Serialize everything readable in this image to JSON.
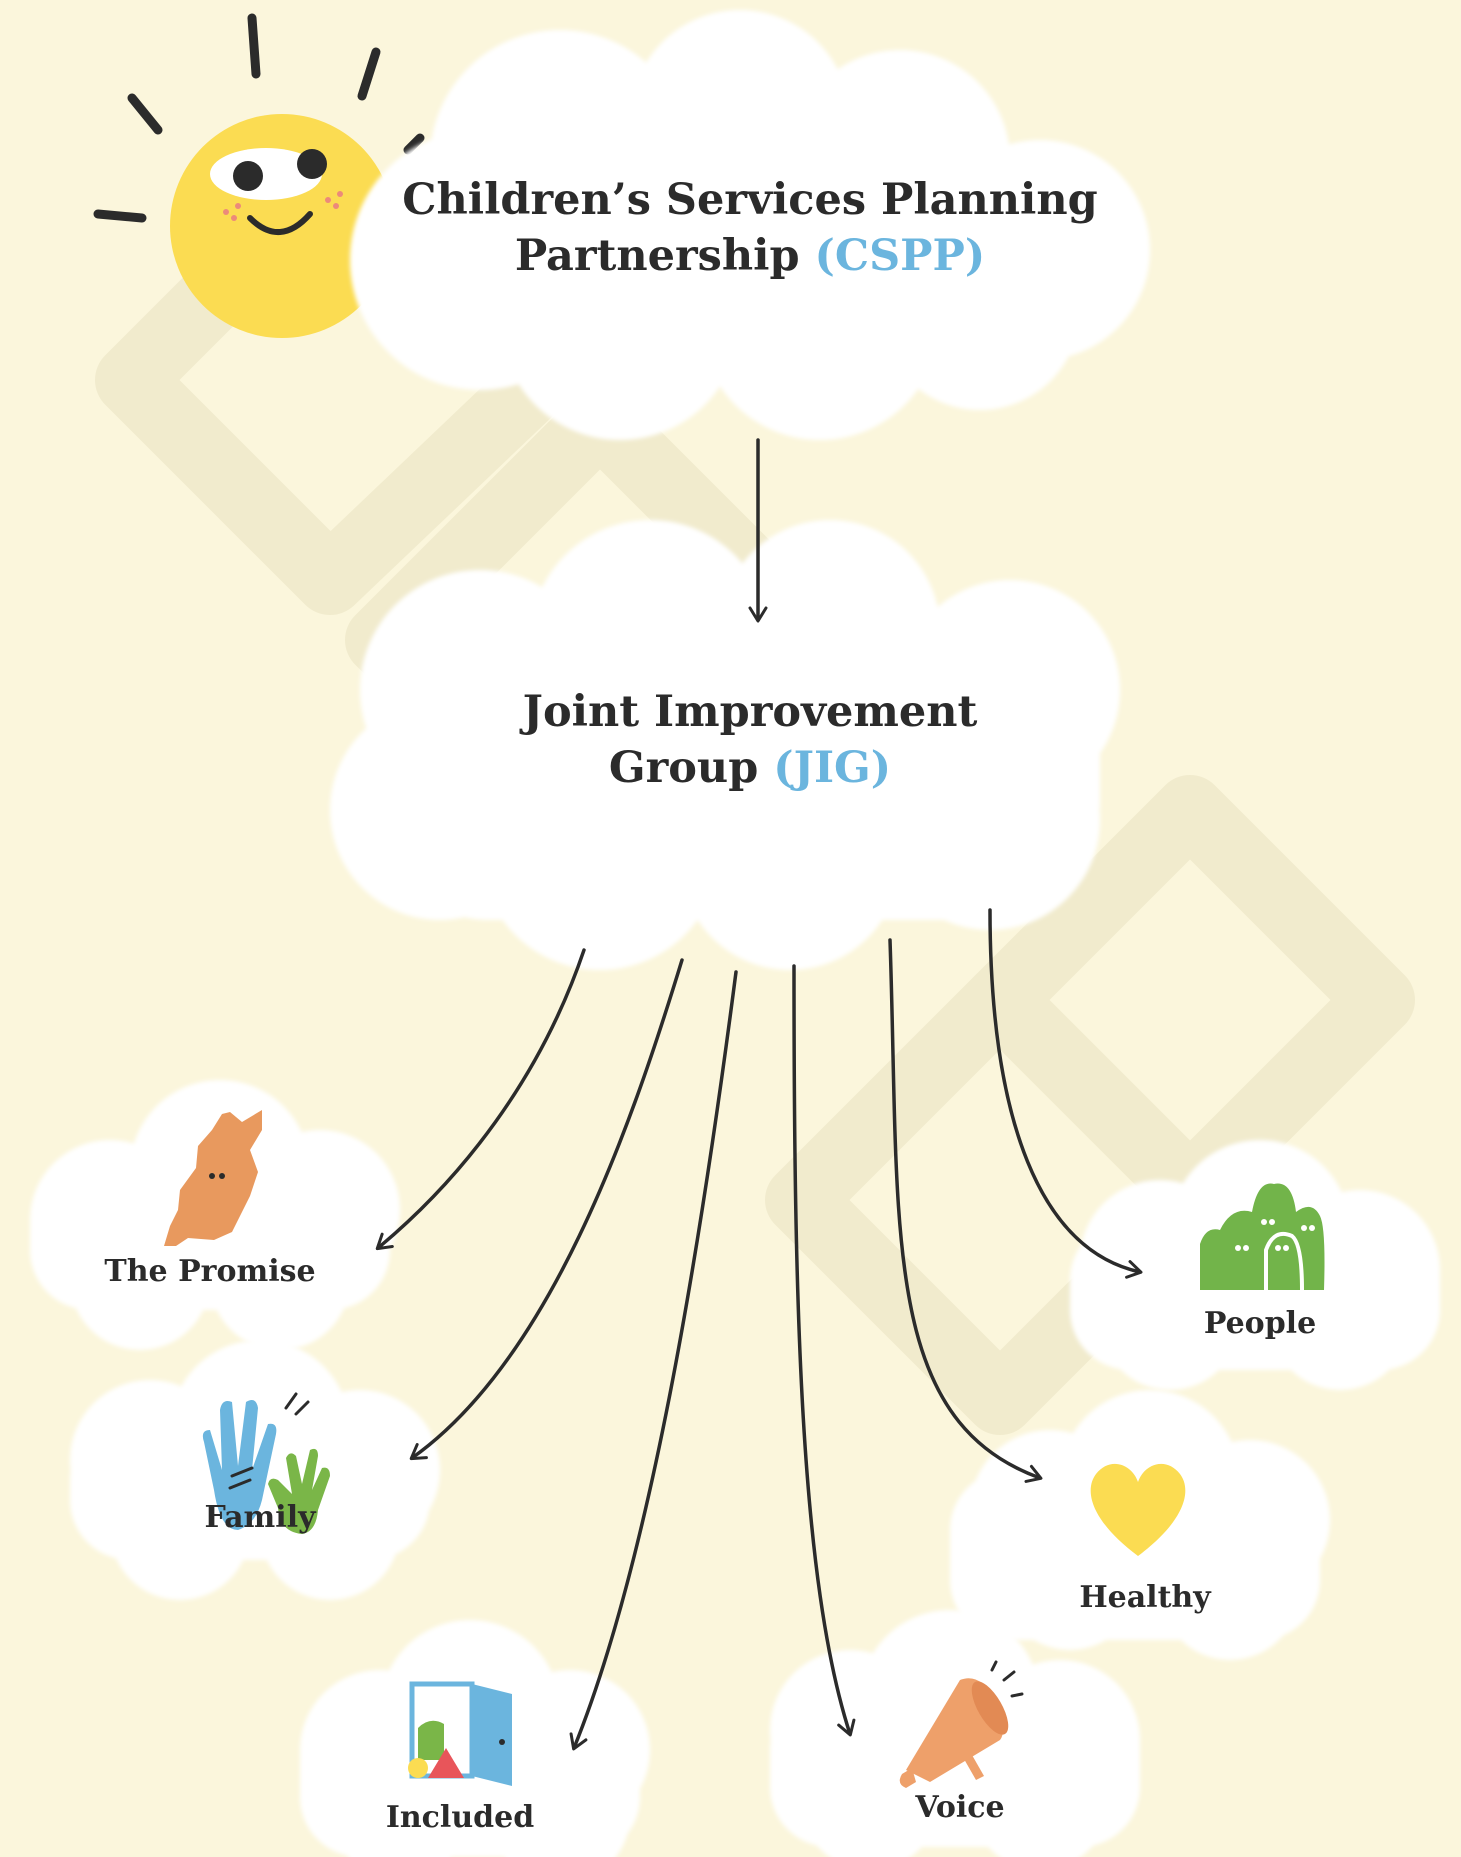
{
  "top_node": {
    "title": "Children’s Services Planning",
    "title_line2": "Partnership",
    "abbr": "(CSPP)"
  },
  "middle_node": {
    "title": "Joint Improvement",
    "title_line2": "Group",
    "abbr": "(JIG)"
  },
  "children": [
    {
      "label": "The Promise",
      "icon": "scotland-map-icon"
    },
    {
      "label": "Family",
      "icon": "high-five-hands-icon"
    },
    {
      "label": "Included",
      "icon": "open-door-icon"
    },
    {
      "label": "Voice",
      "icon": "megaphone-icon"
    },
    {
      "label": "Healthy",
      "icon": "heart-icon"
    },
    {
      "label": "People",
      "icon": "hills-with-eyes-icon"
    }
  ],
  "colors": {
    "background": "#fbf6dc",
    "cloud": "#ffffff",
    "text": "#2b2b2b",
    "accent": "#6bb5de",
    "sun": "#fbdc52",
    "map": "#e8995e",
    "hand_blue": "#6bb5de",
    "hand_green": "#7ab648",
    "heart": "#fbdc52",
    "hills": "#72b44a",
    "megaphone": "#eea06a"
  }
}
